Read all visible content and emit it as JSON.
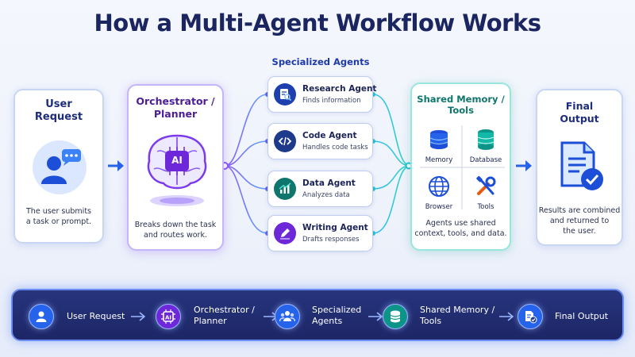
{
  "title": "How a Multi-Agent Workflow Works",
  "user_request": {
    "title": "User\nRequest",
    "desc": "The user submits\na task or prompt."
  },
  "orchestrator": {
    "title": "Orchestrator /\nPlanner",
    "chip": "AI",
    "desc": "Breaks down the task\nand routes work."
  },
  "agents": {
    "header": "Specialized Agents",
    "items": [
      {
        "name": "Research Agent",
        "desc": "Finds information",
        "icon": "research-document-icon"
      },
      {
        "name": "Code Agent",
        "desc": "Handles code tasks",
        "icon": "code-icon"
      },
      {
        "name": "Data Agent",
        "desc": "Analyzes data",
        "icon": "chart-icon"
      },
      {
        "name": "Writing Agent",
        "desc": "Drafts responses",
        "icon": "pen-icon"
      }
    ]
  },
  "memory": {
    "title": "Shared Memory /\nTools",
    "cells": [
      {
        "label": "Memory",
        "icon": "memory-stack-icon"
      },
      {
        "label": "Database",
        "icon": "database-icon"
      },
      {
        "label": "Browser",
        "icon": "globe-icon"
      },
      {
        "label": "Tools",
        "icon": "tools-icon"
      }
    ],
    "desc": "Agents use shared\ncontext, tools, and data."
  },
  "final_output": {
    "title": "Final\nOutput",
    "desc": "Results are combined\nand returned to\nthe user."
  },
  "flow_bar": {
    "steps": [
      {
        "label": "User Request",
        "icon": "user-icon"
      },
      {
        "label": "Orchestrator /\nPlanner",
        "icon": "ai-chip-icon"
      },
      {
        "label": "Specialized\nAgents",
        "icon": "group-icon"
      },
      {
        "label": "Shared Memory /\nTools",
        "icon": "database-icon"
      },
      {
        "label": "Final Output",
        "icon": "document-check-icon"
      }
    ]
  },
  "colors": {
    "primary_blue": "#2563eb",
    "accent_purple": "#7c3aed",
    "teal": "#0d9488",
    "navy": "#1b2560"
  }
}
